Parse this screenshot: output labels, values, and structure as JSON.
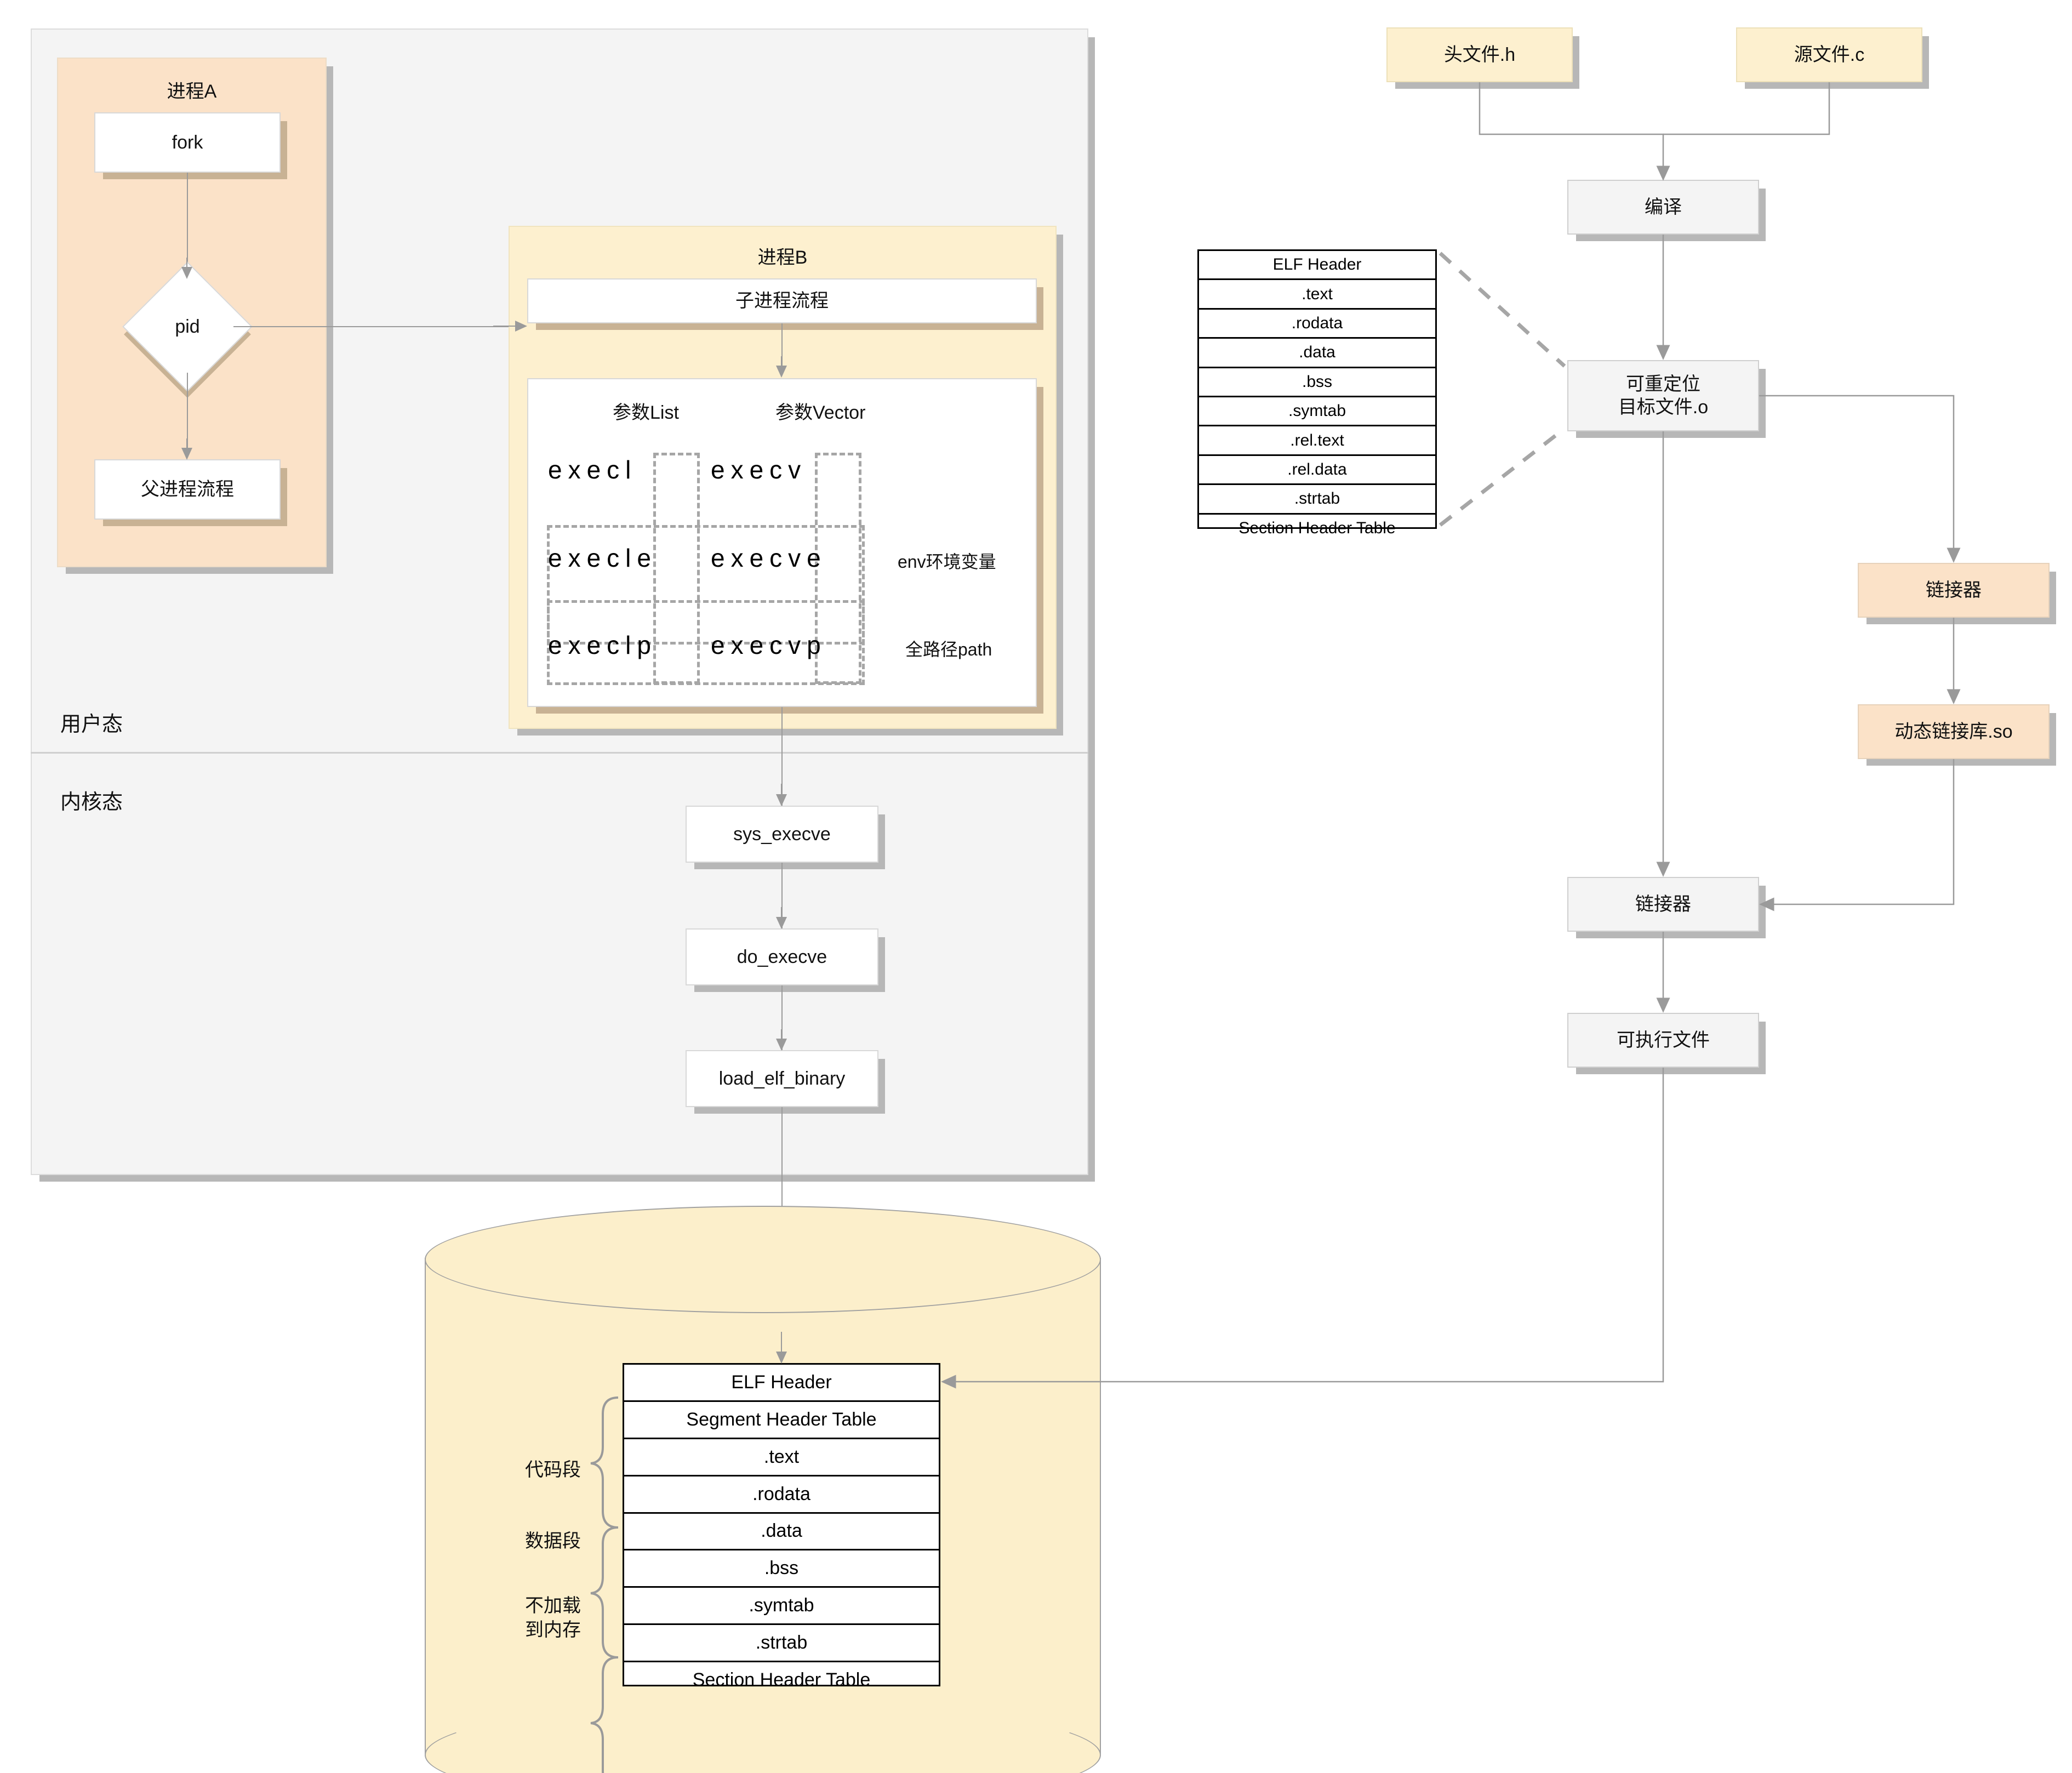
{
  "zones": {
    "user_mode": "用户态",
    "kernel_mode": "内核态"
  },
  "process_a": {
    "title": "进程A",
    "fork": "fork",
    "pid": "pid",
    "parent_flow": "父进程流程"
  },
  "process_b": {
    "title": "进程B",
    "child_flow": "子进程流程",
    "col_list": "参数List",
    "col_vector": "参数Vector",
    "exec": {
      "r1c1": "execl",
      "r1c2": "execv",
      "r2c1": "execle",
      "r2c2": "execve",
      "r3c1": "execlp",
      "r3c2": "execvp"
    },
    "note_env": "env环境变量",
    "note_path": "全路径path"
  },
  "kernel_chain": {
    "sys_execve": "sys_execve",
    "do_execve": "do_execve",
    "load_elf_binary": "load_elf_binary"
  },
  "build_chain": {
    "header_file": "头文件.h",
    "source_file": "源文件.c",
    "compile": "编译",
    "relocatable": "可重定位\n目标文件.o",
    "linker_dynamic": "链接器",
    "shared_lib": "动态链接库.so",
    "linker_final": "链接器",
    "executable": "可执行文件"
  },
  "object_file_sections": [
    "ELF Header",
    ".text",
    ".rodata",
    ".data",
    ".bss",
    ".symtab",
    ".rel.text",
    ".rel.data",
    ".strtab",
    "Section Header Table"
  ],
  "memory_image": {
    "rows": [
      "ELF Header",
      "Segment Header Table",
      ".text",
      ".rodata",
      ".data",
      ".bss",
      ".symtab",
      ".strtab",
      "Section Header Table"
    ],
    "braces": [
      {
        "label": "代码段"
      },
      {
        "label": "数据段"
      },
      {
        "label": "不加载\n到内存"
      }
    ]
  },
  "colors": {
    "orange_fill": "#fbe2c8",
    "yellow_fill": "#fdf0cf",
    "gray_fill": "#f4f4f4",
    "cylinder_fill": "#fcefcb",
    "line": "#9a9a9a",
    "shadow": "#b7b7b7",
    "shadow_tan": "#c8b294"
  }
}
